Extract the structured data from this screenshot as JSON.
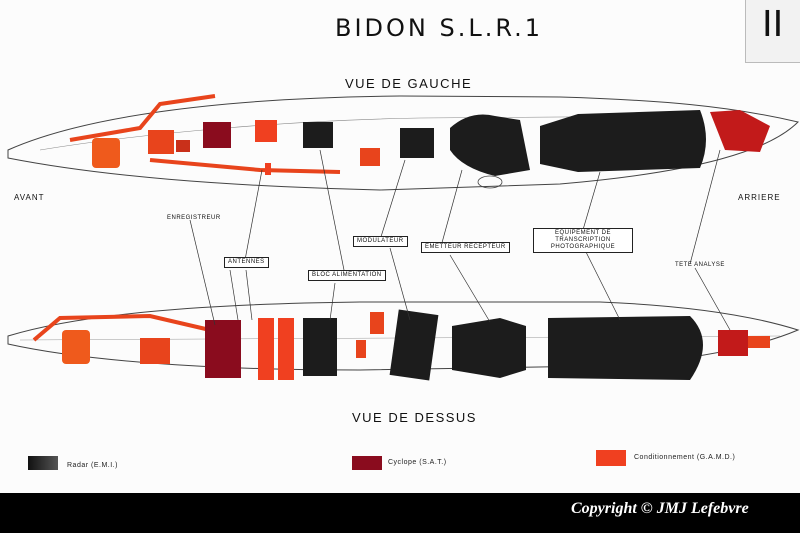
{
  "header": {
    "title": "BIDON S.L.R.1",
    "corner_marker": "II"
  },
  "views": {
    "side": "VUE DE GAUCHE",
    "top": "VUE DE DESSUS"
  },
  "ends": {
    "front": "AVANT",
    "rear": "ARRIERE"
  },
  "labels": {
    "recorder": "ENREGISTREUR",
    "antennas": "ANTENNES",
    "power_block": "BLOC ALIMENTATION",
    "modulator": "MODULATEUR",
    "transceiver": "EMETTEUR RECEPTEUR",
    "photo_equipment": "EQUIPEMENT DE TRANSCRIPTION PHOTOGRAPHIQUE",
    "analysis_head": "TETE ANALYSE"
  },
  "legend": {
    "radar": "Radar (E.M.I.)",
    "cyclope": "Cyclope (S.A.T.)",
    "conditioning": "Conditionnement (G.A.M.D.)"
  },
  "colors": {
    "radar": "#1c1c1c",
    "cyclope": "#8a0c1e",
    "conditioning": "#f04020",
    "outline": "#444444"
  },
  "footer": {
    "copyright": "Copyright © JMJ Lefebvre"
  }
}
